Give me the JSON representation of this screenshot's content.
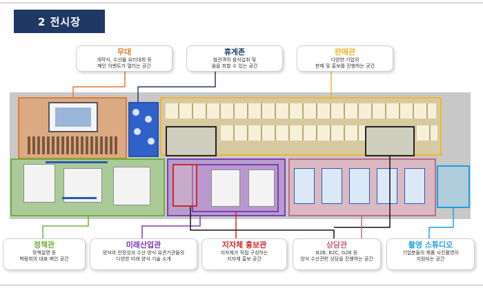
{
  "header": {
    "title": "2 전시장"
  },
  "zones": {
    "stage": {
      "title": "무대",
      "desc1": "개막식, 수산물 요리대회 등",
      "desc2": "메인 이벤트가 열리는 공간",
      "color": "#e07a2e"
    },
    "rest": {
      "title": "휴게존",
      "desc1": "참관객의 음식섭취 및",
      "desc2": "쉼을 취할 수 있는 공간",
      "color": "#1f3864"
    },
    "sales": {
      "title": "판매관",
      "desc1": "다양한 기업의",
      "desc2": "판매 및 홍보를 진행하는 공간",
      "color": "#f0b62a"
    },
    "policy": {
      "title": "정책관",
      "desc1": "정책설명 등",
      "desc2": "박람회의 대표 메인 공간",
      "color": "#6cb03c"
    },
    "future": {
      "title": "미래산업관",
      "desc1": "양식의 안정성과 수산 양식 유관기관들의",
      "desc2": "다양한 미래 양식 기술 소개",
      "color": "#7d3cb0"
    },
    "local": {
      "title": "지자체 홍보관",
      "desc1": "지자체가 직접 구성하는",
      "desc2": "지자체 홍보 공간",
      "color": "#d02828"
    },
    "biz": {
      "title": "상담관",
      "desc1": "B2B, B2C, G2B 등",
      "desc2": "양식 수산관련 상담을 진행하는 공간",
      "color": "#c06a85"
    },
    "studio": {
      "title": "촬영 스튜디오",
      "desc1": "기업분들의 제품 사진촬영이",
      "desc2": "지원되는 공간",
      "color": "#1aa0e0"
    }
  }
}
